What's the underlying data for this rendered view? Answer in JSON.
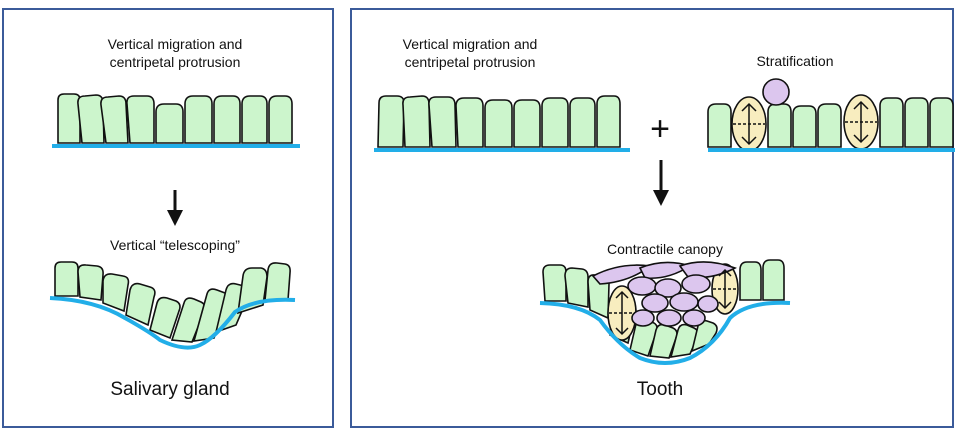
{
  "left_panel": {
    "process_label_line1": "Vertical migration and",
    "process_label_line2": "centripetal protrusion",
    "result_label": "Vertical “telescoping”",
    "organ_label": "Salivary gland"
  },
  "right_panel": {
    "process_label_line1": "Vertical migration and",
    "process_label_line2": "centripetal protrusion",
    "stratification_label": "Stratification",
    "plus_sign": "+",
    "result_label": "Contractile canopy",
    "organ_label": "Tooth"
  },
  "colors": {
    "frame": "#3b5b9a",
    "cell_fill": "#ccf5cc",
    "membrane": "#22aee8",
    "canopy_cell": "#dcc6ee",
    "dividing_cell": "#f8edbf"
  }
}
